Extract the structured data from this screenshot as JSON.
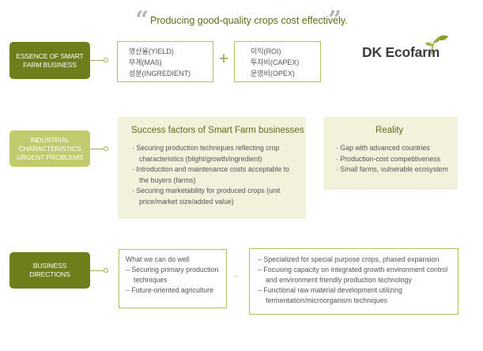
{
  "quote": {
    "open_mark": "“",
    "close_mark": "”",
    "text": "Producing good-quality crops cost effectively."
  },
  "logo": {
    "text": "DK Ecofarm",
    "icon": "sprout-leaf-icon",
    "leaf_color": "#8a9a2a"
  },
  "rows": [
    {
      "label": "ESSENCE OF SMART\nFARM BUSINESS",
      "color": "#6f7d1b"
    },
    {
      "label": "INDUSTRIAL\nCHARACTERISTICS\nURGENT PROBLEMS",
      "color": "#c2ca6e"
    },
    {
      "label": "BUSINESS\nDIRECTIONS",
      "color": "#6f7d1b"
    }
  ],
  "essence": {
    "left_items": [
      "영산율(YIELD)",
      "무게(MAß)",
      "성분(INGREDIENT)"
    ],
    "operator": "+",
    "right_items": [
      "이익(ROI)",
      "투자비(CAPEX)",
      "운영비(OPEX)"
    ]
  },
  "success_factors": {
    "title": "Success factors of Smart Farm businesses",
    "items": [
      "· Securing production techniques reflecting crop characteristics (blight/growth/ingredient)",
      "· Introduction and maintenance costs acceptable to the buyers (farms)",
      "· Securing marketability for produced crops (unit price/market size/added value)"
    ]
  },
  "reality": {
    "title": "Reality",
    "items": [
      "· Gap with advanced countries",
      "· Production-cost competitiveness",
      "· Small farms, vulnerable ecosystem"
    ]
  },
  "what_we_do": {
    "title": "What we can do well",
    "items": [
      "– Securing primary production techniques",
      "– Future-oriented agriculture"
    ]
  },
  "arrow": "→",
  "directions": {
    "items": [
      "– Specialized for special purpose crops, phased expansion",
      "– Focusing capacity on integrated growth environment control and environment friendly production technology",
      "– Functional raw material development utilizing fermentation/microorganism techniques"
    ]
  },
  "colors": {
    "dark_green": "#6f7d1b",
    "light_green": "#c2ca6e",
    "beige": "#f2f1dc",
    "title_green": "#5d6e14",
    "line": "#a6ad56"
  }
}
